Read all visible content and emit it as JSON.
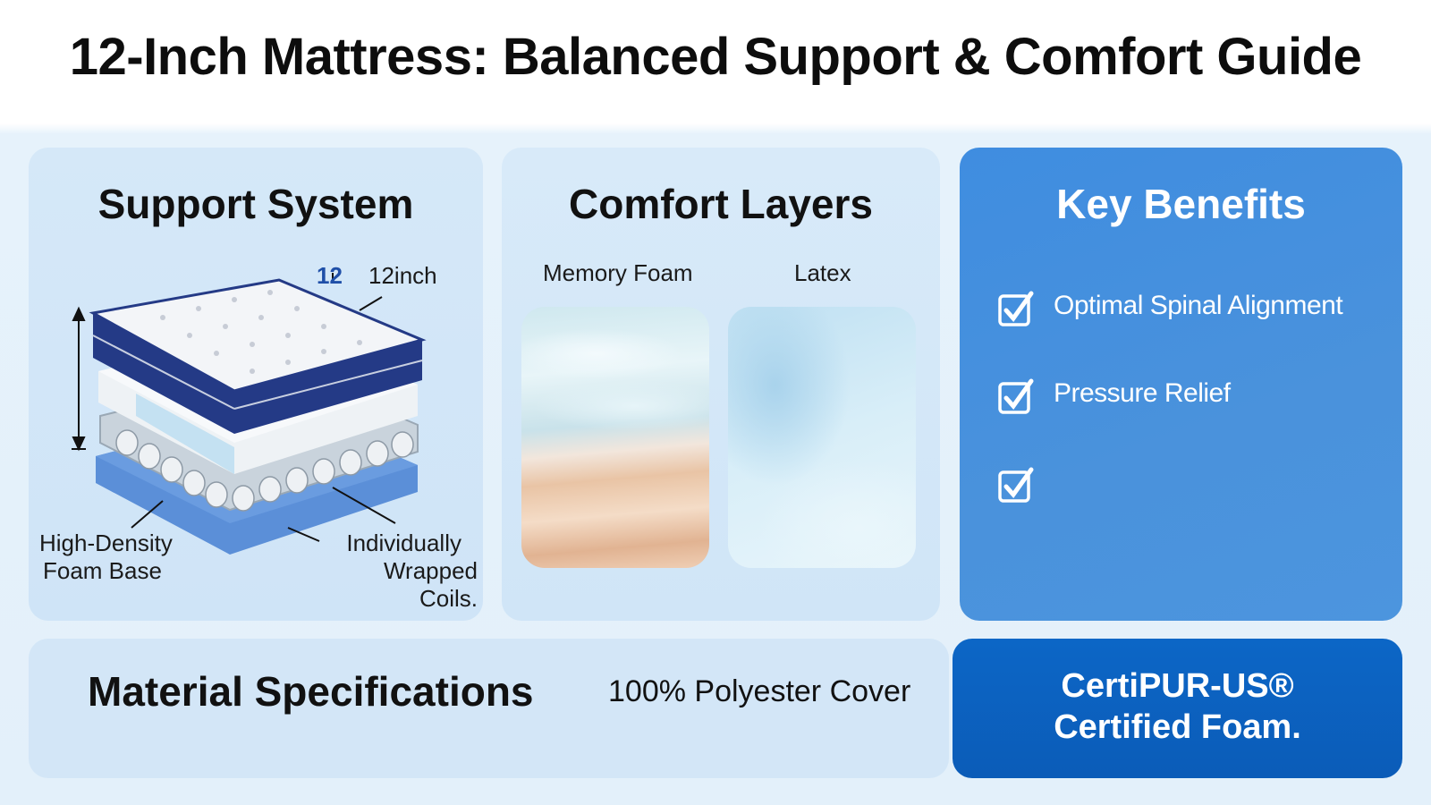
{
  "title": "12-Inch Mattress: Balanced Support & Comfort Guide",
  "support": {
    "heading": "Support System",
    "height_label": "12inch",
    "height_badge": "12",
    "labels": {
      "foam_base": [
        "High-Density",
        "Foam Base"
      ],
      "coils": [
        "Individually",
        "Wrapped Coils."
      ]
    }
  },
  "comfort": {
    "heading": "Comfort Layers",
    "layers": [
      {
        "name": "Memory Foam"
      },
      {
        "name": "Latex"
      }
    ]
  },
  "benefits": {
    "heading": "Key Benefits",
    "items": [
      "Optimal Spinal Alignment",
      "Pressure Relief",
      ""
    ]
  },
  "specs": {
    "heading": "Material Specifications",
    "cover": "100% Polyester Cover"
  },
  "cert": {
    "line1": "CertiPUR-US®",
    "line2": "Certified Foam."
  },
  "colors": {
    "key_panel": "#4590de",
    "cert_panel": "#0b62c0",
    "mattress_navy": "#1f2f78",
    "foam_base": "#4f86d6"
  }
}
